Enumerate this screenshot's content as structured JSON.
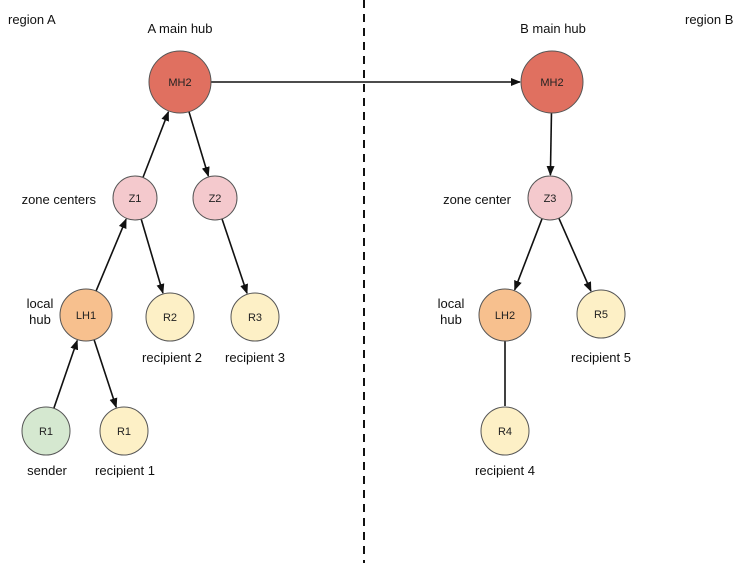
{
  "regions": {
    "a": "region A",
    "b": "region B"
  },
  "labels": {
    "a_main_hub": "A main hub",
    "b_main_hub": "B main hub",
    "zone_centers": "zone centers",
    "zone_center": "zone center",
    "local_hub_a": "local\nhub",
    "local_hub_b": "local\nhub",
    "recipient_1": "recipient 1",
    "recipient_2": "recipient 2",
    "recipient_3": "recipient 3",
    "recipient_4": "recipient 4",
    "recipient_5": "recipient 5",
    "sender": "sender"
  },
  "colors": {
    "main_hub": "#e07060",
    "zone": "#f4c9cd",
    "local_hub": "#f7c08e",
    "recipient": "#fdf0c6",
    "sender": "#d5e8d0",
    "stroke": "#555555"
  },
  "nodes": [
    {
      "id": "mh2_a",
      "text": "MH2",
      "kind": "main_hub"
    },
    {
      "id": "mh2_b",
      "text": "MH2",
      "kind": "main_hub"
    },
    {
      "id": "z1",
      "text": "Z1",
      "kind": "zone"
    },
    {
      "id": "z2",
      "text": "Z2",
      "kind": "zone"
    },
    {
      "id": "z3",
      "text": "Z3",
      "kind": "zone"
    },
    {
      "id": "lh1",
      "text": "LH1",
      "kind": "local_hub"
    },
    {
      "id": "lh2",
      "text": "LH2",
      "kind": "local_hub"
    },
    {
      "id": "r1_sender",
      "text": "R1",
      "kind": "sender"
    },
    {
      "id": "r1_recipient",
      "text": "R1",
      "kind": "recipient"
    },
    {
      "id": "r2",
      "text": "R2",
      "kind": "recipient"
    },
    {
      "id": "r3",
      "text": "R3",
      "kind": "recipient"
    },
    {
      "id": "r4",
      "text": "R4",
      "kind": "recipient"
    },
    {
      "id": "r5",
      "text": "R5",
      "kind": "recipient"
    }
  ],
  "edges": [
    {
      "from": "r1_sender",
      "to": "lh1",
      "arrow": true
    },
    {
      "from": "lh1",
      "to": "r1_recipient",
      "arrow": true
    },
    {
      "from": "lh1",
      "to": "z1",
      "arrow": true
    },
    {
      "from": "z1",
      "to": "r2",
      "arrow": true
    },
    {
      "from": "z1",
      "to": "mh2_a",
      "arrow": true
    },
    {
      "from": "mh2_a",
      "to": "z2",
      "arrow": true
    },
    {
      "from": "z2",
      "to": "r3",
      "arrow": true
    },
    {
      "from": "mh2_a",
      "to": "mh2_b",
      "arrow": true
    },
    {
      "from": "mh2_b",
      "to": "z3",
      "arrow": true
    },
    {
      "from": "z3",
      "to": "lh2",
      "arrow": true
    },
    {
      "from": "z3",
      "to": "r5",
      "arrow": true
    },
    {
      "from": "lh2",
      "to": "r4",
      "arrow": false
    }
  ]
}
